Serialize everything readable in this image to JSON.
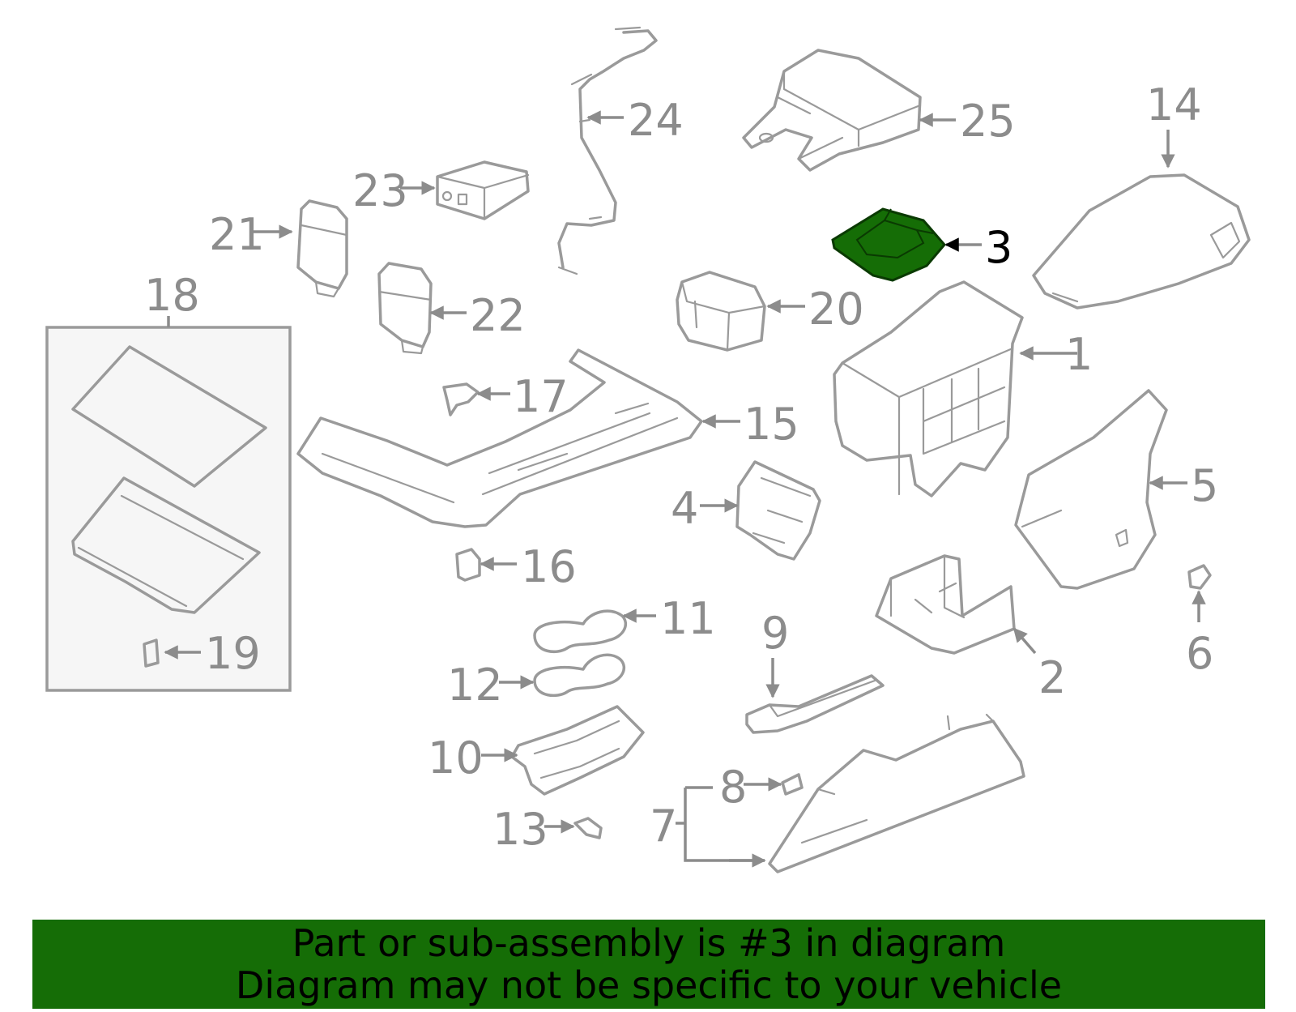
{
  "callouts": [
    "1",
    "2",
    "3",
    "4",
    "5",
    "6",
    "7",
    "8",
    "9",
    "10",
    "11",
    "12",
    "13",
    "14",
    "15",
    "16",
    "17",
    "18",
    "19",
    "20",
    "21",
    "22",
    "23",
    "24",
    "25"
  ],
  "highlighted_callout": "3",
  "banner": {
    "line1": "Part or sub-assembly is #3 in diagram",
    "line2": "Diagram may not be specific to your vehicle"
  },
  "colors": {
    "highlight_fill": "#156d06",
    "banner_bg": "#156d06",
    "line_gray": "#9a9a9a",
    "panel_bg": "#f6f6f6"
  }
}
